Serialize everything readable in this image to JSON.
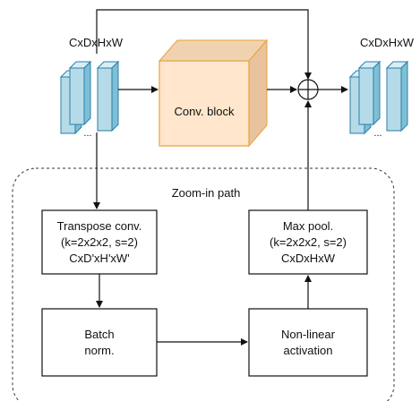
{
  "input_tensor_label": "CxDxHxW",
  "output_tensor_label": "CxDxHxW",
  "conv_block_label": "Conv. block",
  "zoom_in_path_label": "Zoom-in path",
  "transpose_conv": {
    "line1": "Transpose conv.",
    "line2": "(k=2x2x2, s=2)",
    "line3": "CxD'xH'xW'"
  },
  "max_pool": {
    "line1": "Max pool.",
    "line2": "(k=2x2x2, s=2)",
    "line3": "CxDxHxW"
  },
  "batch_norm": {
    "line1": "Batch",
    "line2": "norm."
  },
  "non_linear": {
    "line1": "Non-linear",
    "line2": "activation"
  },
  "ellipsis": "...",
  "colors": {
    "tensor_front": "#b5dbe9",
    "tensor_side": "#7fbfd6",
    "tensor_stroke": "#2a7fa6",
    "conv_front": "#ffe6cc",
    "conv_top": "#f1d2b0",
    "conv_side": "#e8c39d",
    "conv_stroke": "#e6a23c"
  }
}
